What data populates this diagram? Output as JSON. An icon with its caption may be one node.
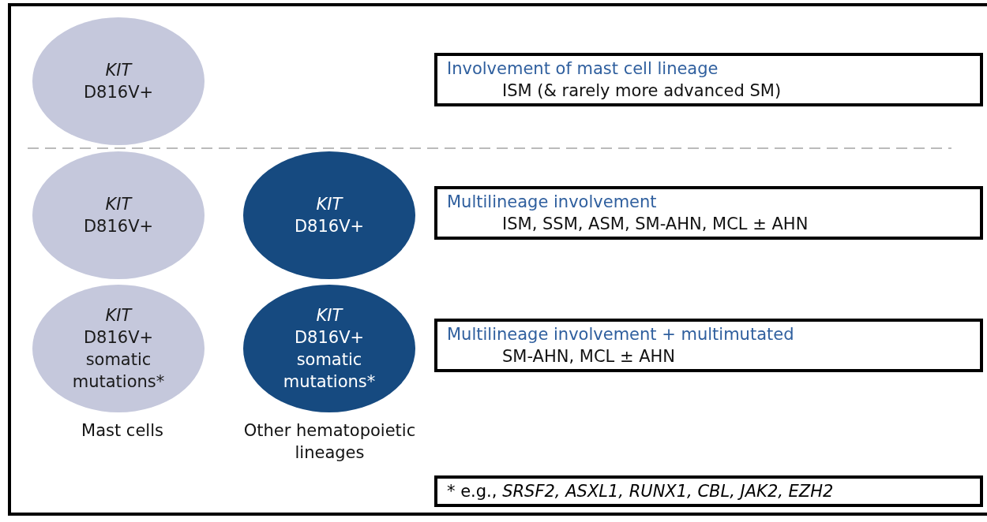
{
  "diagram": {
    "nodes": [
      {
        "text": [
          "KIT",
          "D816V+"
        ]
      },
      {
        "text": [
          "Involvement of mast cell lineage",
          "ISM (& rarely more advanced SM)"
        ]
      },
      {
        "text": [
          "KIT",
          "D816V+"
        ]
      },
      {
        "text": [
          "KIT",
          "D816V+"
        ]
      },
      {
        "text": [
          "Multilineage involvement",
          "ISM, SSM, ASM, SM-AHN, MCL ± AHN"
        ]
      },
      {
        "text": [
          "KIT",
          "D816V+ somatic mutations*"
        ]
      },
      {
        "text": [
          "KIT",
          "D816V+ somatic mutations*"
        ]
      },
      {
        "text": [
          "Multilineage involvement + multimutated",
          "SM-AHN, MCL ± AHN"
        ]
      },
      {
        "text": [
          "* e.g., *SRSF2, ASXL1, RUNX1, CBL, JAK2, EZH2*"
        ]
      }
    ],
    "edges": [],
    "labels": [
      "Mast cells",
      "Other hematopoietic lineages"
    ]
  }
}
